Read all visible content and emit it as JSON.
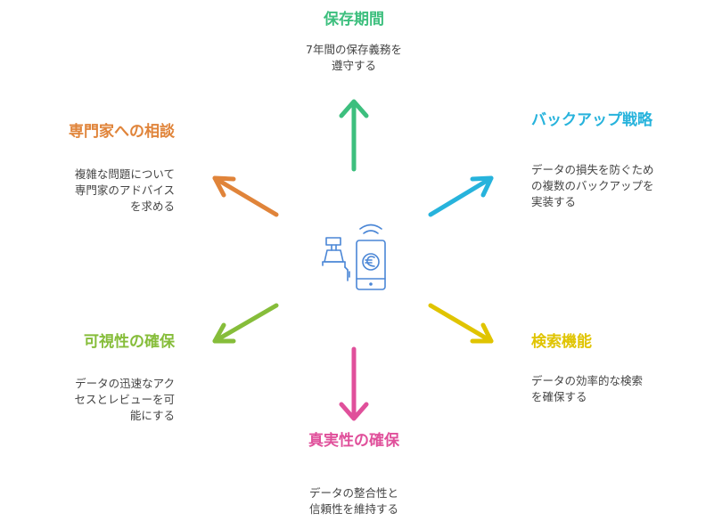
{
  "colors": {
    "green": "#3dbf7e",
    "blue": "#27b3dc",
    "yellow": "#e0c400",
    "pink": "#e0509b",
    "lime": "#86bd3a",
    "orange": "#e0843a",
    "icon": "#4a86d6"
  },
  "center_icon": "cash-register-and-euro-phone-icon",
  "nodes": {
    "retention": {
      "title": "保存期間",
      "desc": [
        "7年間の保存義務を",
        "遵守する"
      ]
    },
    "backup": {
      "title": "バックアップ戦略",
      "desc": [
        "データの損失を防ぐため",
        "の複数のバックアップを",
        "実装する"
      ]
    },
    "search": {
      "title": "検索機能",
      "desc": [
        "データの効率的な検索",
        "を確保する"
      ]
    },
    "authenticity": {
      "title": "真実性の確保",
      "desc": [
        "データの整合性と",
        "信頼性を維持する"
      ]
    },
    "visibility": {
      "title": "可視性の確保",
      "desc": [
        "データの迅速なアク",
        "セスとレビューを可",
        "能にする"
      ]
    },
    "expert": {
      "title": "専門家への相談",
      "desc": [
        "複雑な問題について",
        "専門家のアドバイス",
        "を求める"
      ]
    }
  }
}
